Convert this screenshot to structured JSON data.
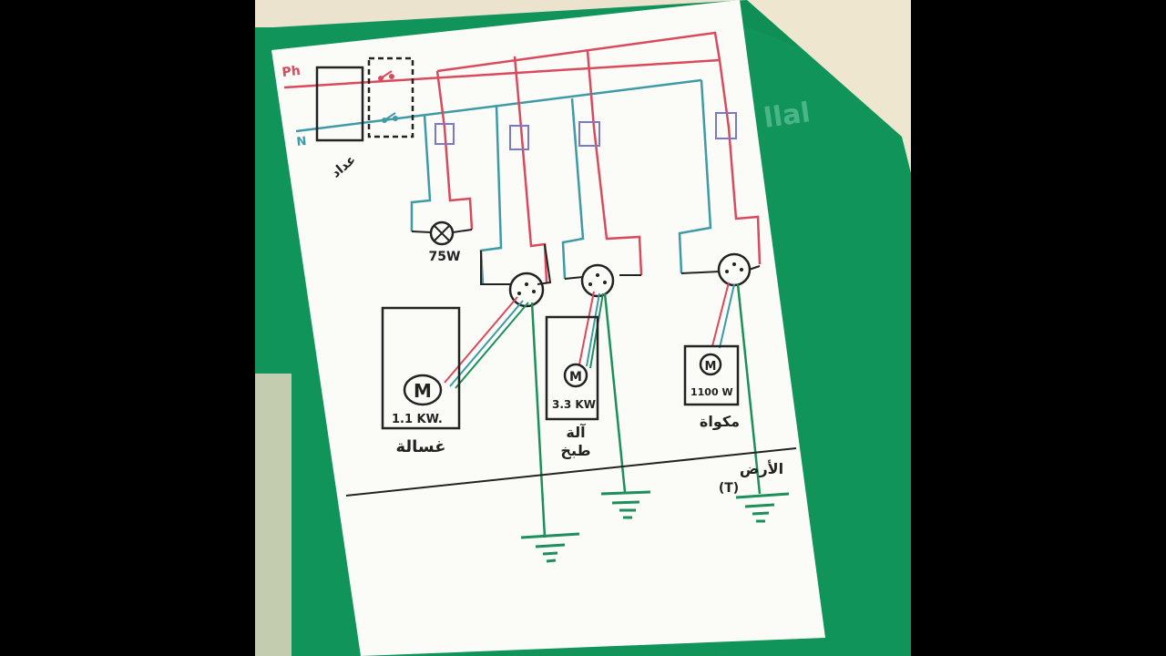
{
  "colors": {
    "background_bars": "#000000",
    "folder_green": "#11945a",
    "paper": "#fbfbf8",
    "phase_wire": "#d94a5c",
    "neutral_wire": "#3d9aa6",
    "earth_wire": "#1d8f5a",
    "ink": "#222222",
    "breaker_outline": "#7a78c8"
  },
  "icons": [
    "lamp-icon",
    "motor-icon",
    "socket-icon",
    "ground-symbol-icon",
    "breaker-icon"
  ],
  "labels": {
    "phase": "Ph",
    "neutral": "N",
    "meter": "عداد",
    "lamp_power": "75W",
    "washer_power": "1.1 KW.",
    "washer_name": "غسالة",
    "cooker_power": "3.3 KW",
    "cooker_name_line1": "آلة",
    "cooker_name_line2": "طبخ",
    "iron_power": "1100 W",
    "iron_name": "مكواة",
    "earth_label": "الأرض",
    "earth_code": "(T)",
    "folder_brand": "llal",
    "motor_letter": "M"
  }
}
